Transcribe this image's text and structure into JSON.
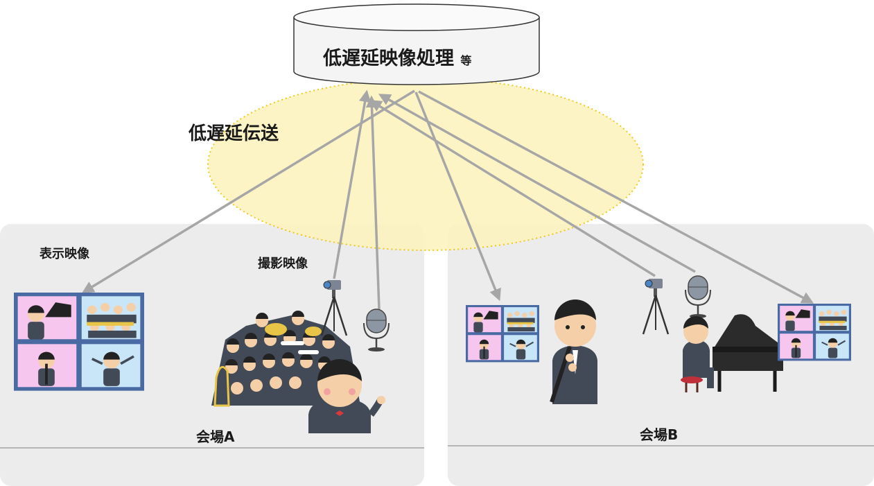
{
  "server": {
    "main_label": "低遅延映像処理",
    "suffix_label": "等"
  },
  "transmission": {
    "label": "低遅延伝送"
  },
  "venue_a": {
    "name": "会場A",
    "display_label": "表示映像",
    "capture_label": "撮影映像"
  },
  "venue_b": {
    "name": "会場B"
  },
  "colors": {
    "venue_bg": "#ececec",
    "zone_fill": "#fdf3c0",
    "zone_border": "#f0c400",
    "arrow": "#a6a6a6",
    "frame_border": "#4a6aa3",
    "tile_pink": "#f7c6ef",
    "tile_blue": "#c8e6f7",
    "suit": "#434a57"
  }
}
